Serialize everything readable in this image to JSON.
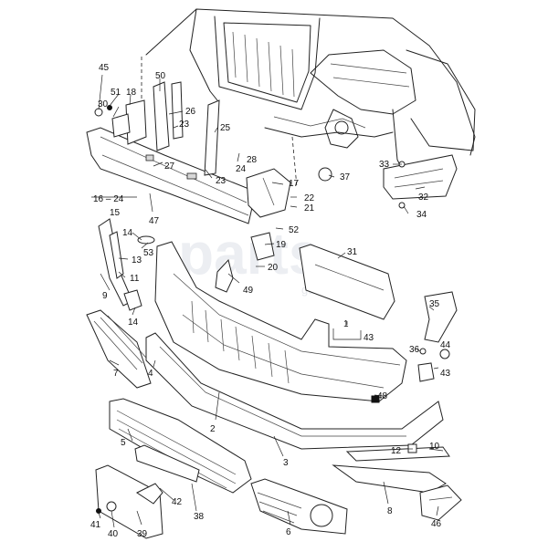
{
  "watermark": {
    "line1": "parts",
    "line2": "gunm.ru"
  },
  "callouts": [
    {
      "id": "45",
      "text": "45"
    },
    {
      "id": "51",
      "text": "51"
    },
    {
      "id": "30",
      "text": "30"
    },
    {
      "id": "18",
      "text": "18"
    },
    {
      "id": "50",
      "text": "50"
    },
    {
      "id": "26",
      "text": "26"
    },
    {
      "id": "23a",
      "text": "23"
    },
    {
      "id": "25",
      "text": "25"
    },
    {
      "id": "27",
      "text": "27"
    },
    {
      "id": "23b",
      "text": "23"
    },
    {
      "id": "28",
      "text": "28"
    },
    {
      "id": "24",
      "text": "24"
    },
    {
      "id": "37",
      "text": "37"
    },
    {
      "id": "33",
      "text": "33"
    },
    {
      "id": "32",
      "text": "32"
    },
    {
      "id": "34",
      "text": "34"
    },
    {
      "id": "17",
      "text": "17"
    },
    {
      "id": "22",
      "text": "22"
    },
    {
      "id": "21",
      "text": "21"
    },
    {
      "id": "52",
      "text": "52"
    },
    {
      "id": "19",
      "text": "19"
    },
    {
      "id": "20",
      "text": "20"
    },
    {
      "id": "16-24",
      "text": "16 – 24"
    },
    {
      "id": "15",
      "text": "15"
    },
    {
      "id": "47",
      "text": "47"
    },
    {
      "id": "14a",
      "text": "14"
    },
    {
      "id": "53",
      "text": "53"
    },
    {
      "id": "13",
      "text": "13"
    },
    {
      "id": "11",
      "text": "11"
    },
    {
      "id": "9",
      "text": "9"
    },
    {
      "id": "14b",
      "text": "14"
    },
    {
      "id": "49",
      "text": "49"
    },
    {
      "id": "31",
      "text": "31"
    },
    {
      "id": "1",
      "text": "1"
    },
    {
      "id": "43a",
      "text": "43"
    },
    {
      "id": "35",
      "text": "35"
    },
    {
      "id": "36",
      "text": "36"
    },
    {
      "id": "44",
      "text": "44"
    },
    {
      "id": "43b",
      "text": "43"
    },
    {
      "id": "7",
      "text": "7"
    },
    {
      "id": "4",
      "text": "4"
    },
    {
      "id": "48",
      "text": "48"
    },
    {
      "id": "2",
      "text": "2"
    },
    {
      "id": "5",
      "text": "5"
    },
    {
      "id": "3",
      "text": "3"
    },
    {
      "id": "12",
      "text": "12"
    },
    {
      "id": "10",
      "text": "10"
    },
    {
      "id": "8",
      "text": "8"
    },
    {
      "id": "42",
      "text": "42"
    },
    {
      "id": "38",
      "text": "38"
    },
    {
      "id": "41",
      "text": "41"
    },
    {
      "id": "40",
      "text": "40"
    },
    {
      "id": "39",
      "text": "39"
    },
    {
      "id": "6",
      "text": "6"
    },
    {
      "id": "46",
      "text": "46"
    }
  ]
}
